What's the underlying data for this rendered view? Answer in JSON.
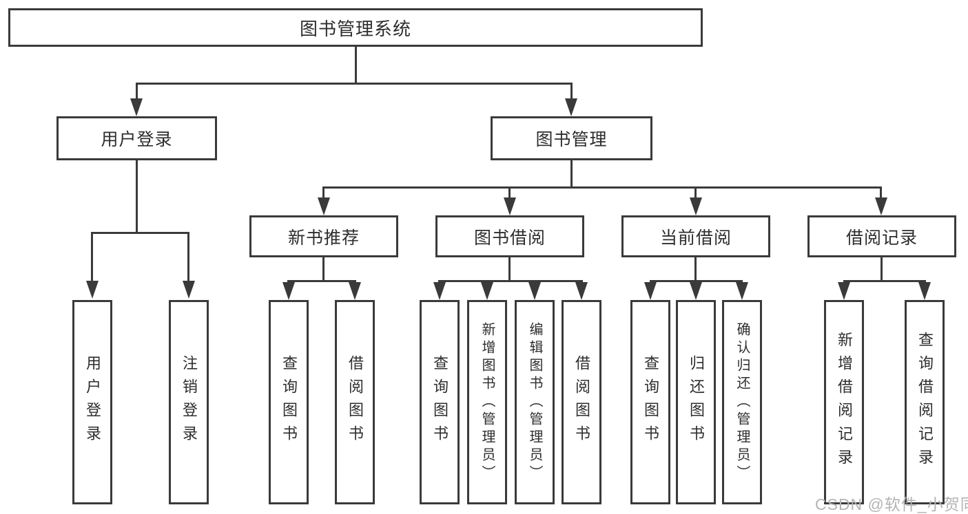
{
  "diagram": {
    "title": "图书管理系统",
    "modules": [
      {
        "label": "用户登录",
        "features": [
          "用户登录",
          "注销登录"
        ]
      },
      {
        "label": "图书管理",
        "submodules": [
          {
            "label": "新书推荐",
            "features": [
              "查询图书",
              "借阅图书"
            ]
          },
          {
            "label": "图书借阅",
            "features": [
              "查询图书",
              "新增图书（管理员）",
              "编辑图书（管理员）",
              "借阅图书"
            ]
          },
          {
            "label": "当前借阅",
            "features": [
              "查询图书",
              "归还图书",
              "确认归还（管理员）"
            ]
          },
          {
            "label": "借阅记录",
            "features": [
              "新增借阅记录",
              "查询借阅记录"
            ]
          }
        ]
      }
    ]
  },
  "watermark": {
    "text": "CSDN @软件_小贺同学"
  },
  "colors": {
    "line": "#3a3a3a",
    "text": "#2d2d2d",
    "watermark": "#b4b4b4",
    "background": "#ffffff"
  }
}
